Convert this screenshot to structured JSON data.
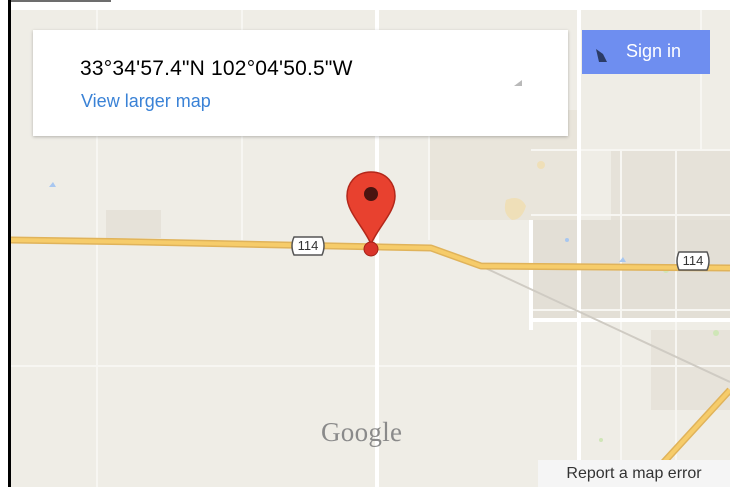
{
  "place": {
    "coordinates": "33°34'57.4\"N 102°04'50.5\"W",
    "view_larger_label": "View larger map"
  },
  "account": {
    "sign_in_label": "Sign in"
  },
  "roads": {
    "route_number": "114"
  },
  "branding": {
    "logo_text": "Google"
  },
  "footer": {
    "report_label": "Report a map error"
  },
  "icons": {
    "marker": "map-marker-icon",
    "sign_in": "sign-in-icon",
    "expand": "expand-corner-icon"
  },
  "colors": {
    "land": "#efede6",
    "block": "#e3dfd6",
    "street": "#ffffff",
    "highway": "#f4c65c",
    "water": "#a8c7f0",
    "park": "#cfe6b7",
    "marker": "#e8412f",
    "accent_button": "#6e8ef0",
    "link": "#3a82d6"
  }
}
